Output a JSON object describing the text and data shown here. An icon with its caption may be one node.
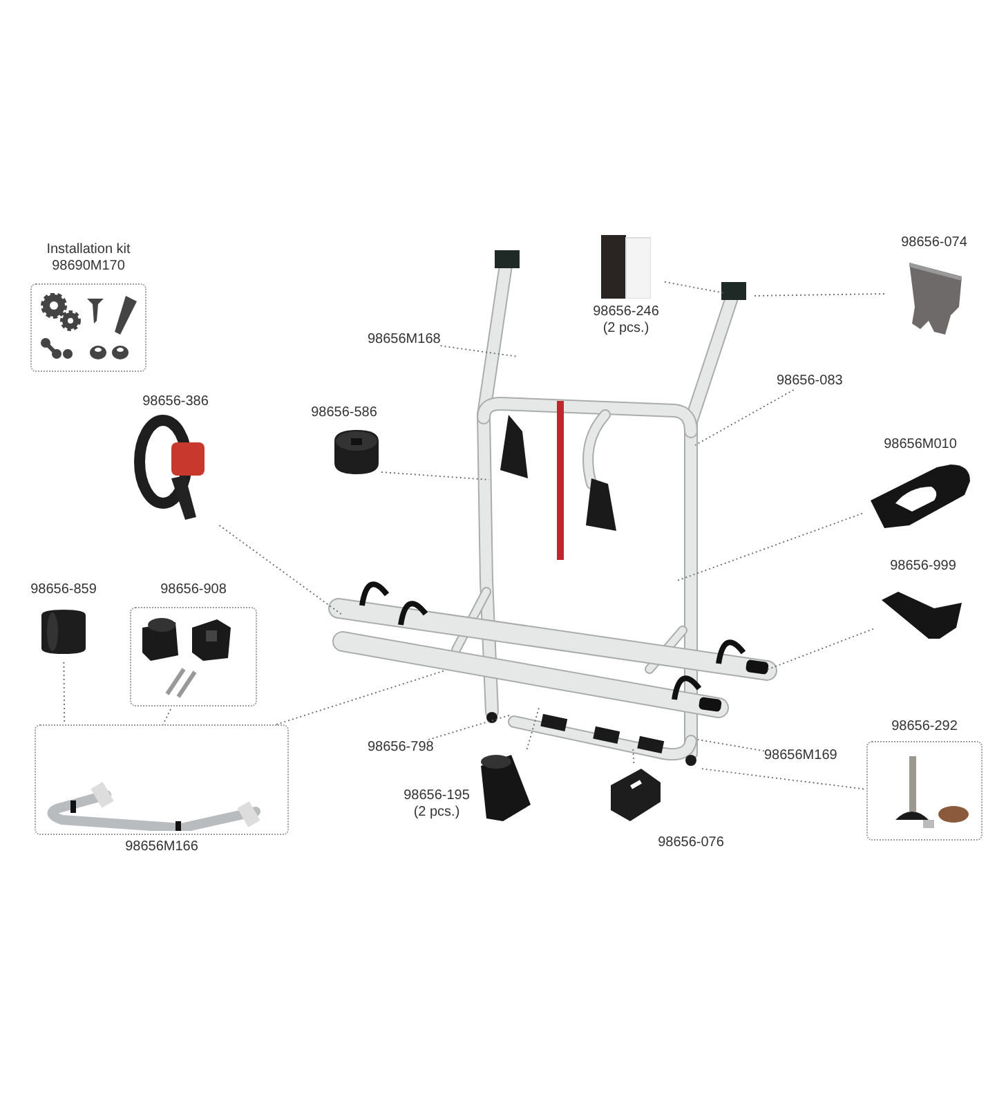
{
  "diagram": {
    "nodes": [
      {
        "text": [
          "Installation kit",
          "98690M170"
        ]
      },
      {
        "text": [
          "98656-246 (2 pcs.)"
        ]
      },
      {
        "text": [
          "98656-074"
        ]
      },
      {
        "text": [
          "98656M168"
        ]
      },
      {
        "text": [
          "98656-083"
        ]
      },
      {
        "text": [
          "98656-386"
        ]
      },
      {
        "text": [
          "98656-586"
        ]
      },
      {
        "text": [
          "98656M010"
        ]
      },
      {
        "text": [
          "98656-999"
        ]
      },
      {
        "text": [
          "98656-859"
        ]
      },
      {
        "text": [
          "98656-908"
        ]
      },
      {
        "text": [
          "98656M166"
        ]
      },
      {
        "text": [
          "98656-798"
        ]
      },
      {
        "text": [
          "98656M169"
        ]
      },
      {
        "text": [
          "98656-292"
        ]
      },
      {
        "text": [
          "98656-195 (2 pcs.)"
        ]
      },
      {
        "text": [
          "98656-076"
        ]
      }
    ],
    "edges": [
      {
        "from": 3,
        "to": null,
        "arrow": "none"
      },
      {
        "from": 1,
        "to": null,
        "arrow": "none"
      },
      {
        "from": 2,
        "to": null,
        "arrow": "none"
      },
      {
        "from": 4,
        "to": null,
        "arrow": "none"
      },
      {
        "from": 6,
        "to": null,
        "arrow": "none"
      },
      {
        "from": 5,
        "to": null,
        "arrow": "none"
      },
      {
        "from": 7,
        "to": null,
        "arrow": "none"
      },
      {
        "from": 8,
        "to": null,
        "arrow": "none"
      },
      {
        "from": 9,
        "to": 11,
        "arrow": "none"
      },
      {
        "from": 10,
        "to": 11,
        "arrow": "none"
      },
      {
        "from": 11,
        "to": null,
        "arrow": "none"
      },
      {
        "from": 12,
        "to": null,
        "arrow": "none"
      },
      {
        "from": 15,
        "to": null,
        "arrow": "none"
      },
      {
        "from": 16,
        "to": null,
        "arrow": "none"
      },
      {
        "from": 13,
        "to": null,
        "arrow": "none"
      },
      {
        "from": 14,
        "to": null,
        "arrow": "none"
      }
    ]
  }
}
